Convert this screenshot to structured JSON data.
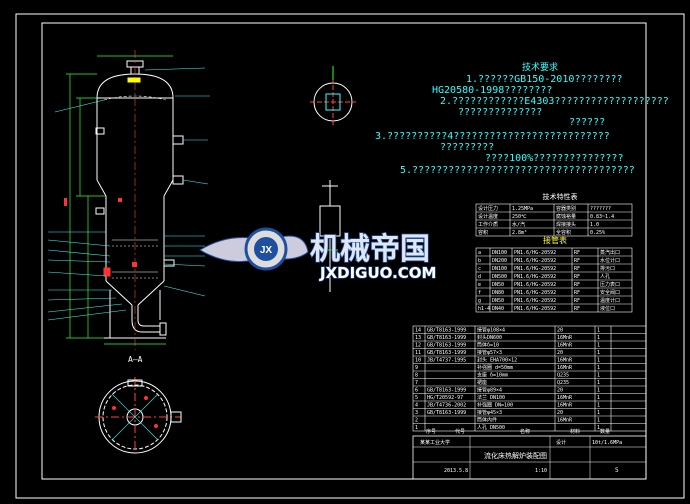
{
  "notes": {
    "title": "技术要求",
    "lines": [
      "1.??????GB150-2010????????",
      "HG20580-1998????????",
      "2.????????????E4303???????????????????",
      "??????????????",
      "??????",
      "3.??????????4??????????????????????????",
      "?????????",
      "????100%???????????????",
      "5.?????????????????????????????????????"
    ]
  },
  "tech_table": {
    "title": "技术特性表",
    "rows": [
      [
        "设计压力",
        "1.25MPa",
        "容器类别",
        "???????"
      ],
      [
        "设计温度",
        "250℃",
        "腐蚀裕量",
        "0.83~1.4"
      ],
      [
        "工作介质",
        "水/汽",
        "焊接接头",
        "1.0"
      ],
      [
        "容积",
        "2.8m³",
        "全容积",
        "0.25%"
      ]
    ]
  },
  "nozzle_table": {
    "title": "接管表",
    "rows": [
      [
        "a",
        "DN100",
        "PN1.6/HG-20592",
        "RF",
        "蒸汽出口"
      ],
      [
        "b",
        "DN200",
        "PN1.6/HG-20592",
        "RF",
        "水位计口"
      ],
      [
        "c",
        "DN100",
        "PN1.6/HG-20592",
        "RF",
        "排污口"
      ],
      [
        "d",
        "DN500",
        "PN1.6/HG-20592",
        "RF",
        "人孔"
      ],
      [
        "e",
        "DN50",
        "PN1.6/HG-20592",
        "RF",
        "压力表口"
      ],
      [
        "f",
        "DN80",
        "PN1.6/HG-20592",
        "RF",
        "安全阀口"
      ],
      [
        "g",
        "DN50",
        "PN1.6/HG-20592",
        "RF",
        "温度计口"
      ],
      [
        "h1-4",
        "DN40",
        "PN1.6/HG-20592",
        "RF",
        "液位口"
      ]
    ]
  },
  "parts_list": {
    "rows": [
      [
        "14",
        "GB/T8163-1999",
        "接管φ108×4",
        "20",
        "1"
      ],
      [
        "13",
        "GB/T8163-1999",
        "封头DN600",
        "16MnR",
        "1"
      ],
      [
        "12",
        "GB/T8163-1999",
        "筒体δ=10",
        "16MnR",
        "1"
      ],
      [
        "11",
        "GB/T8163-1999",
        "接管φ57×3",
        "20",
        "1"
      ],
      [
        "10",
        "JB/T4737-1995",
        "封头 EHA700×12",
        "16MnR",
        "1"
      ],
      [
        "9",
        "",
        "补强圈 d=50mm",
        "16MnR",
        "1"
      ],
      [
        "8",
        "",
        "支座 δ=10mm",
        "Q235",
        "1"
      ],
      [
        "7",
        "",
        "裙座",
        "Q235",
        "1"
      ],
      [
        "6",
        "GB/T8163-1999",
        "接管φ89×4",
        "20",
        "1"
      ],
      [
        "5",
        "HG/T20592-97",
        "法兰 DN100",
        "16MnR",
        "1"
      ],
      [
        "4",
        "JB/T4736-2002",
        "补强圈 DN=100",
        "16MnR",
        "1"
      ],
      [
        "3",
        "GB/T8163-1999",
        "接管φ45×3",
        "20",
        "1"
      ],
      [
        "2",
        "",
        "筒体内件",
        "16MnR",
        "1"
      ],
      [
        "1",
        "",
        "人孔 DN500",
        "",
        "1"
      ]
    ],
    "header": [
      "序号",
      "代号",
      "名称",
      "材料",
      "数量"
    ]
  },
  "title_block": {
    "school": "某某工业大学",
    "drawing_title": "流化床热解炉装配图",
    "scale": "1:10",
    "sheet": "5",
    "date": "2013.5.8",
    "mass": "10t/1.6MPa",
    "drawing_no": "设计"
  },
  "view_label": "A—A",
  "watermark": {
    "brand_cn": "机械帝国",
    "brand_en": "JXDIGUO.COM",
    "emblem": "JX"
  },
  "colors": {
    "background": "#000000",
    "frame": "#ffffff",
    "notes": "#33ffff",
    "table_lines": "#ffffff",
    "table_text": "#ffffff",
    "dims": "#33ff33",
    "leaders": "#33ffff",
    "accent_red": "#ff3333",
    "magenta": "#ff33ff",
    "watermark_blue": "#1f4f9f"
  }
}
